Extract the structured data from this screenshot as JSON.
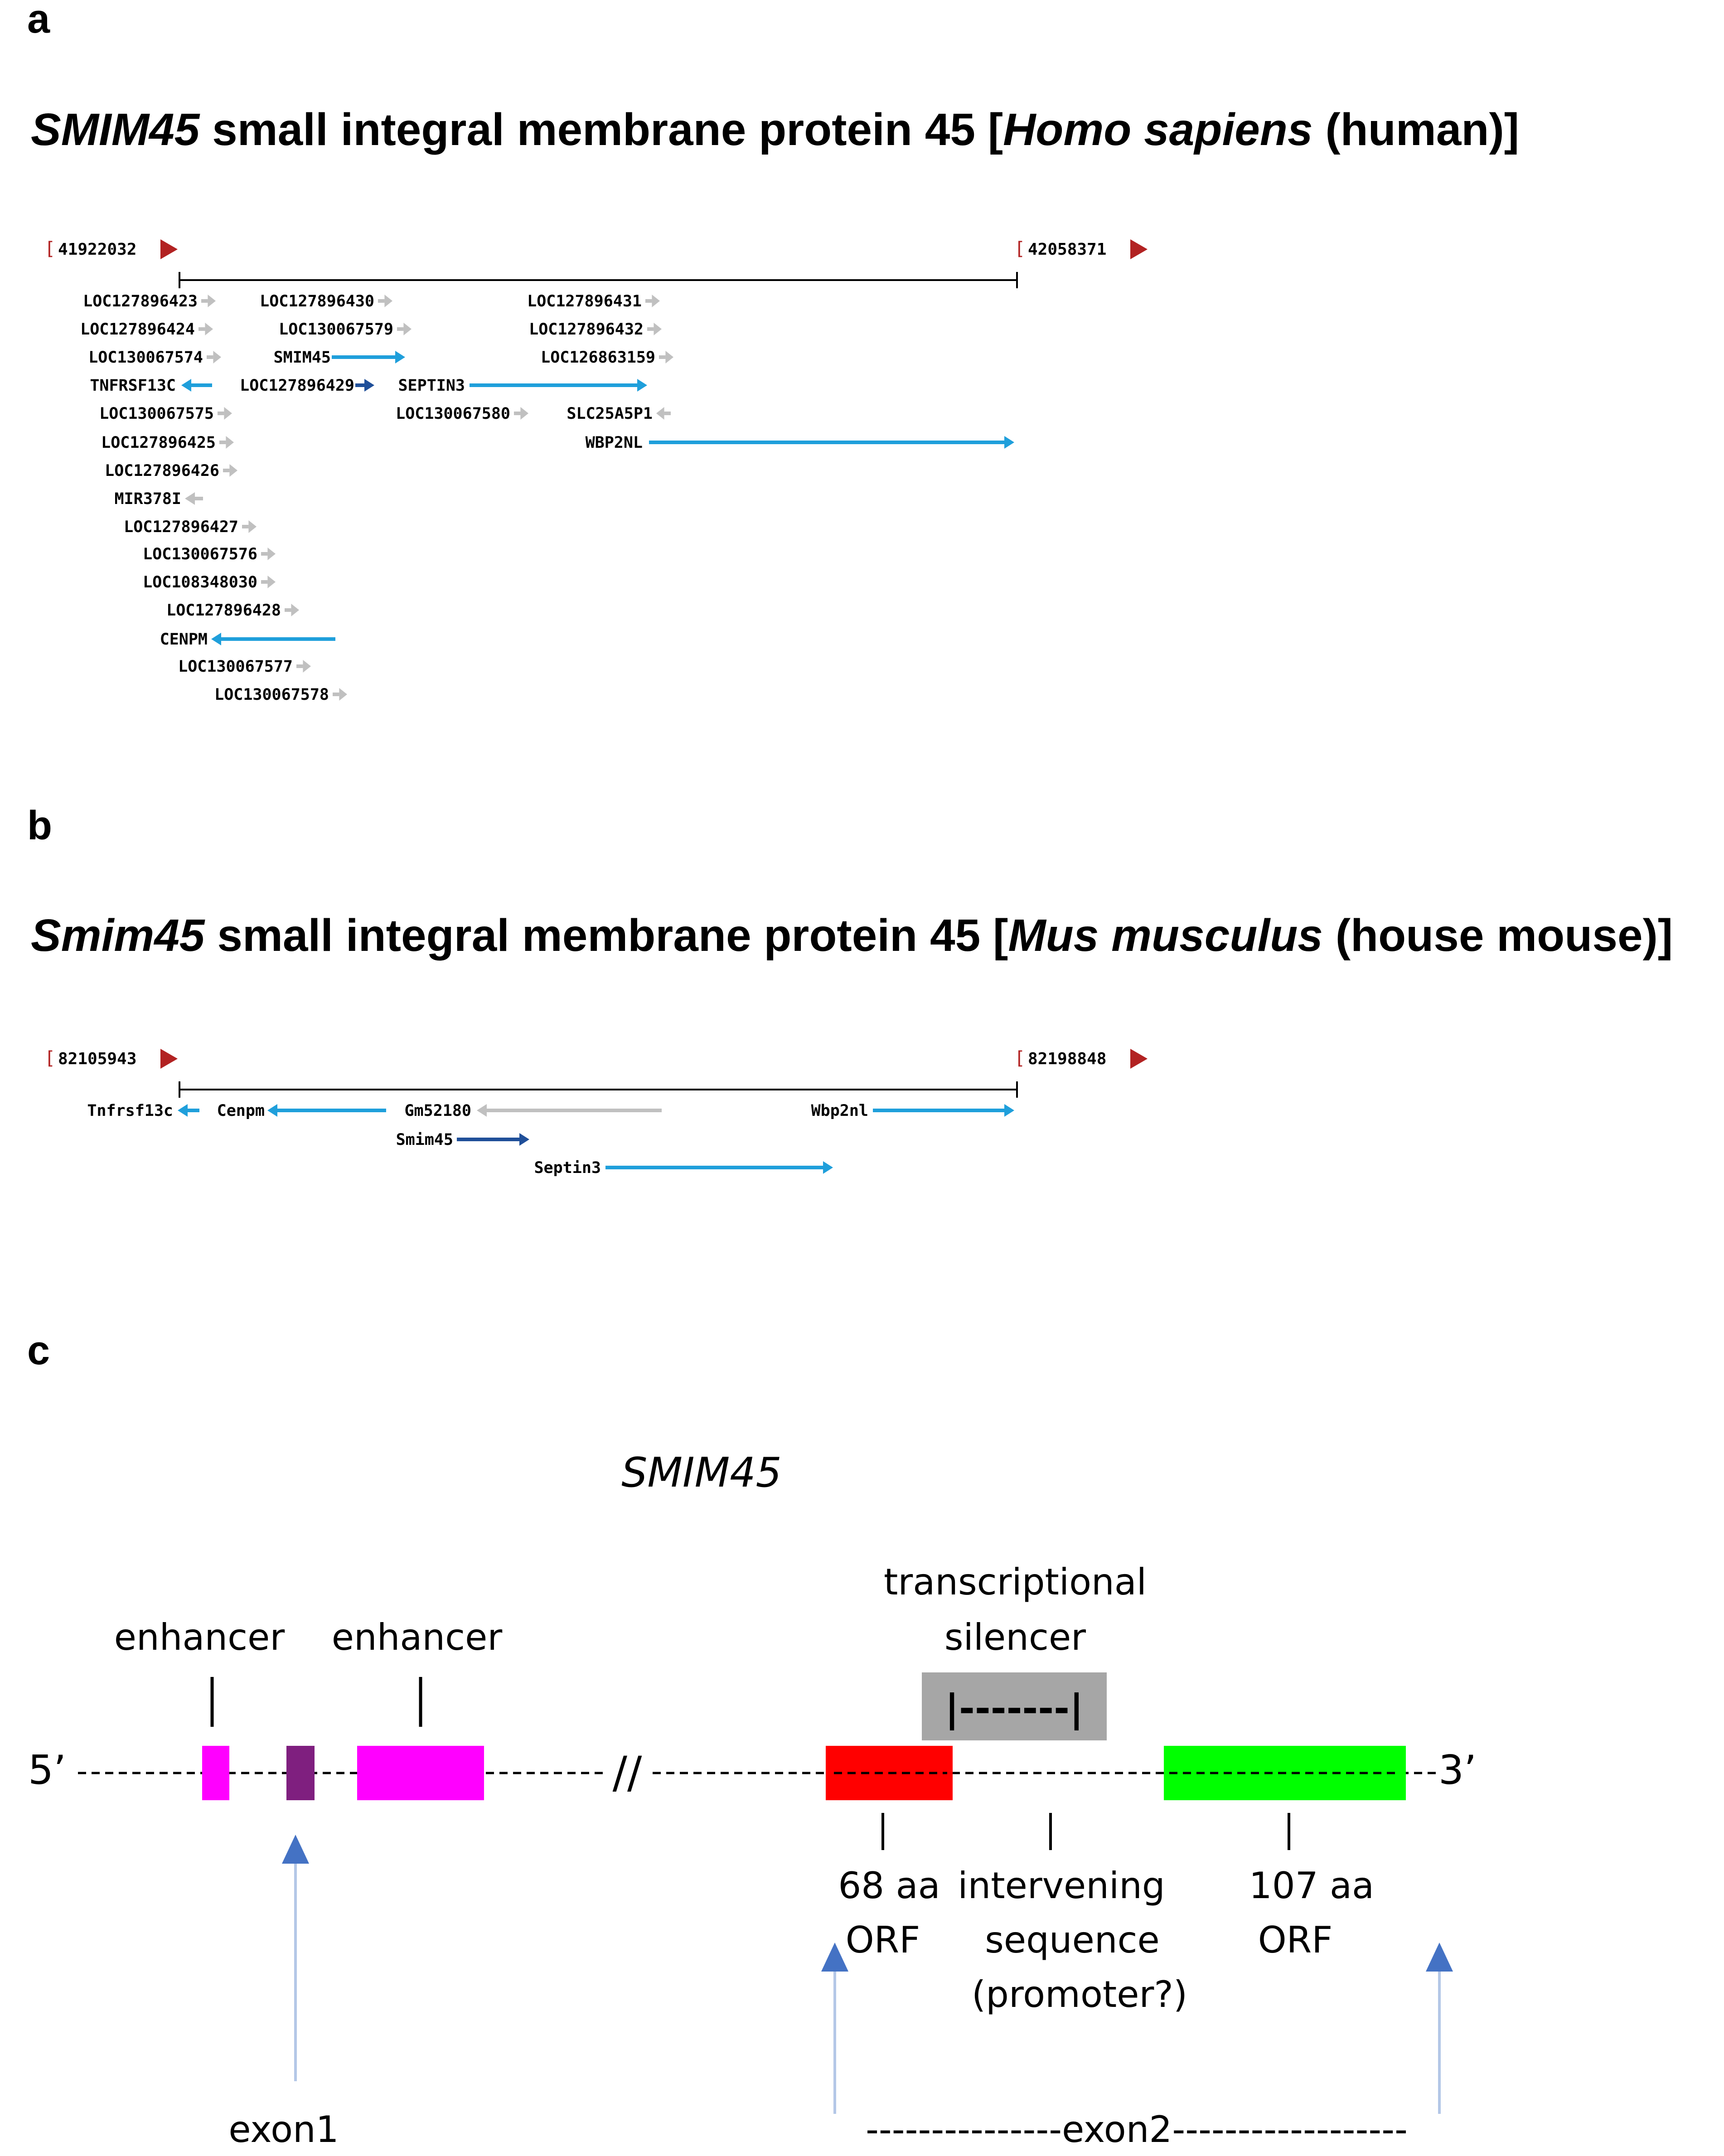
{
  "panel_a": {
    "letter": "a",
    "title_gene": "SMIM45",
    "title_mid": " small integral membrane protein 45 [",
    "title_species": "Homo sapiens",
    "title_end": " (human)]",
    "range_start": "41922032",
    "range_end": "42058371",
    "genes": [
      {
        "label": "LOC127896423",
        "strand": "+",
        "emph": "none"
      },
      {
        "label": "LOC127896430",
        "strand": "+",
        "emph": "none"
      },
      {
        "label": "LOC127896431",
        "strand": "+",
        "emph": "none"
      },
      {
        "label": "LOC127896424",
        "strand": "+",
        "emph": "none"
      },
      {
        "label": "LOC130067579",
        "strand": "+",
        "emph": "none"
      },
      {
        "label": "LOC127896432",
        "strand": "+",
        "emph": "none"
      },
      {
        "label": "LOC130067574",
        "strand": "+",
        "emph": "none"
      },
      {
        "label": "SMIM45",
        "strand": "+",
        "emph": "gene"
      },
      {
        "label": "LOC126863159",
        "strand": "+",
        "emph": "none"
      },
      {
        "label": "TNFRSF13C",
        "strand": "-",
        "emph": "gene"
      },
      {
        "label": "LOC127896429",
        "strand": "+",
        "emph": "dark"
      },
      {
        "label": "SEPTIN3",
        "strand": "+",
        "emph": "gene"
      },
      {
        "label": "LOC130067575",
        "strand": "+",
        "emph": "none"
      },
      {
        "label": "LOC130067580",
        "strand": "+",
        "emph": "none"
      },
      {
        "label": "SLC25A5P1",
        "strand": "-",
        "emph": "none"
      },
      {
        "label": "WBP2NL",
        "strand": "+",
        "emph": "gene"
      },
      {
        "label": "LOC127896425",
        "strand": "+",
        "emph": "none"
      },
      {
        "label": "LOC127896426",
        "strand": "+",
        "emph": "none"
      },
      {
        "label": "MIR378I",
        "strand": "-",
        "emph": "none"
      },
      {
        "label": "LOC127896427",
        "strand": "+",
        "emph": "none"
      },
      {
        "label": "LOC130067576",
        "strand": "+",
        "emph": "none"
      },
      {
        "label": "LOC108348030",
        "strand": "+",
        "emph": "none"
      },
      {
        "label": "LOC127896428",
        "strand": "+",
        "emph": "none"
      },
      {
        "label": "CENPM",
        "strand": "-",
        "emph": "gene"
      },
      {
        "label": "LOC130067577",
        "strand": "+",
        "emph": "none"
      },
      {
        "label": "LOC130067578",
        "strand": "+",
        "emph": "none"
      }
    ]
  },
  "panel_b": {
    "letter": "b",
    "title_gene": "Smim45",
    "title_mid": " small integral membrane protein 45 [",
    "title_species": "Mus musculus",
    "title_end": " (house mouse)]",
    "range_start": "82105943",
    "range_end": "82198848",
    "genes": [
      {
        "label": "Tnfrsf13c",
        "strand": "-",
        "emph": "gene"
      },
      {
        "label": "Cenpm",
        "strand": "-",
        "emph": "gene"
      },
      {
        "label": "Gm52180",
        "strand": "-",
        "emph": "none"
      },
      {
        "label": "Wbp2nl",
        "strand": "+",
        "emph": "gene"
      },
      {
        "label": "Smim45",
        "strand": "+",
        "emph": "dark"
      },
      {
        "label": "Septin3",
        "strand": "+",
        "emph": "gene"
      }
    ]
  },
  "panel_c": {
    "letter": "c",
    "gene_name": "SMIM45",
    "five_prime": "5’",
    "three_prime": "3’",
    "break_mark": "//",
    "enhancer_1": "enhancer",
    "enhancer_2": "enhancer",
    "silencer_line1": "transcriptional",
    "silencer_line2": "silencer",
    "silencer_box_text": "|-------|",
    "orf1_line1": "68 aa",
    "orf1_line2": "ORF",
    "intervening_line1": "intervening",
    "intervening_line2": "sequence",
    "intervening_line3": "(promoter?)",
    "orf2_line1": "107 aa",
    "orf2_line2": "ORF",
    "exon1_label": "exon1",
    "exon2_prefix": "---------------",
    "exon2_word": "exon2",
    "exon2_suffix": "------------------",
    "colors": {
      "enhancer": "#ff00ff",
      "exon1_block": "#7f1f7f",
      "orf1": "#ff0000",
      "orf2": "#00ff00",
      "silencer_box": "#a6a6a6",
      "arrow": "#4472c4",
      "arrow_line": "#b4c7e7"
    }
  },
  "colors": {
    "gene_blue": "#1f9fdb",
    "gene_dark": "#1f4f99",
    "gene_grey": "#c0c0c0",
    "range_marker": "#b22222"
  }
}
